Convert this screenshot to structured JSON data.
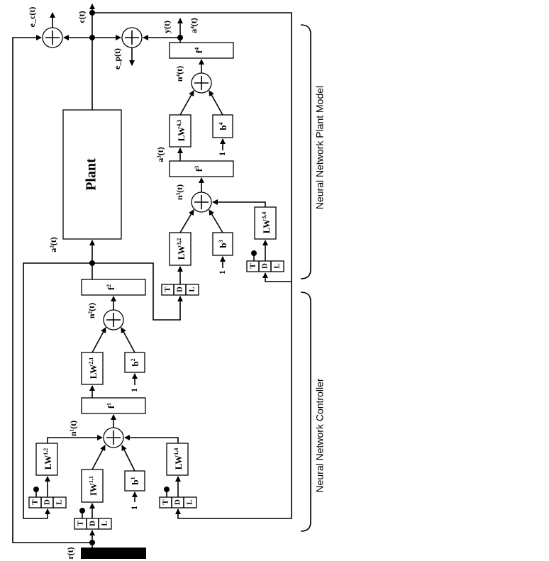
{
  "blocks": {
    "plant": "Plant",
    "lw": "LW",
    "iw": "IW",
    "b": "b",
    "f": "f",
    "tdl": [
      "T",
      "D",
      "L"
    ]
  },
  "subscripts": {
    "lw12": "1,2",
    "iw11": "1,1",
    "b1": "1",
    "lw14": "1,4",
    "f1": "1",
    "lw21": "2,1",
    "b2": "2",
    "f2": "2",
    "lw32": "3,2",
    "b3": "3",
    "lw34": "3,4",
    "f3": "3",
    "lw43": "4,3",
    "b4": "4",
    "f4": "4"
  },
  "bias_inputs": [
    "1",
    "1",
    "1",
    "1"
  ],
  "signals": {
    "r": "r(t)",
    "n1": "n¹(t)",
    "n2": "n²(t)",
    "a2": "a²(t)",
    "n3": "n³(t)",
    "a3": "a³(t)",
    "n4": "n⁴(t)",
    "a4": "a⁴(t)",
    "y": "y(t)",
    "c": "c(t)",
    "ec": "e_c(t)",
    "ep": "e_p(t)"
  },
  "sections": {
    "plant_model": "Neural Network Plant Model",
    "controller": "Neural Network Controller"
  }
}
